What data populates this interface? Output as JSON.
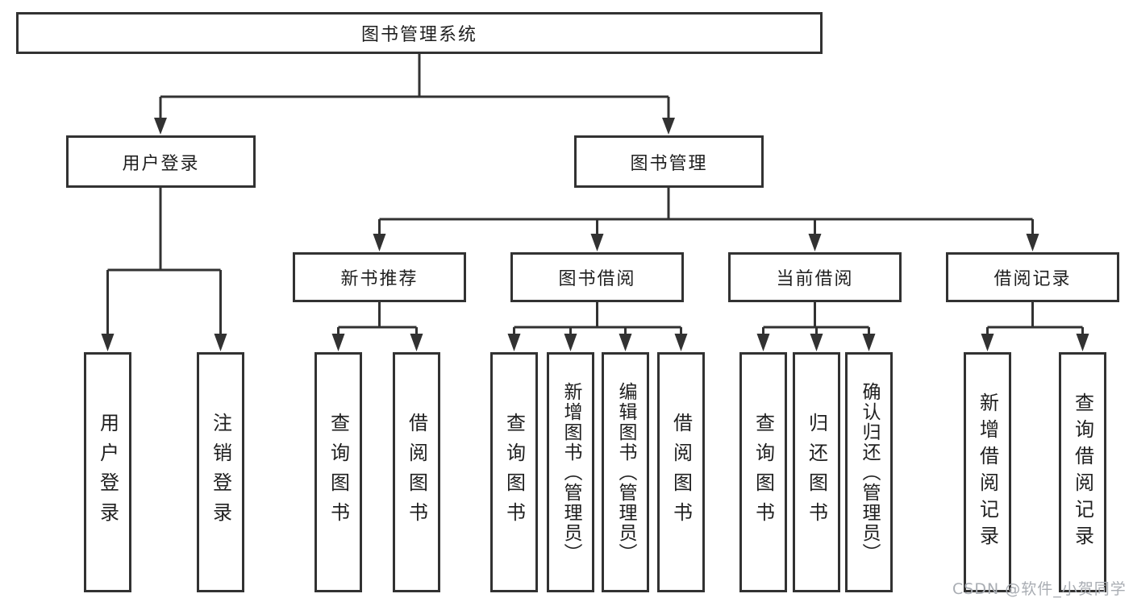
{
  "tree": {
    "label": "图书管理系统",
    "children": [
      {
        "label": "用户登录",
        "children": [
          {
            "label": "用户登录"
          },
          {
            "label": "注销登录"
          }
        ]
      },
      {
        "label": "图书管理",
        "children": [
          {
            "label": "新书推荐",
            "children": [
              {
                "label": "查询图书"
              },
              {
                "label": "借阅图书"
              }
            ]
          },
          {
            "label": "图书借阅",
            "children": [
              {
                "label": "查询图书"
              },
              {
                "label": "新增图书（管理员）"
              },
              {
                "label": "编辑图书（管理员）"
              },
              {
                "label": "借阅图书"
              }
            ]
          },
          {
            "label": "当前借阅",
            "children": [
              {
                "label": "查询图书"
              },
              {
                "label": "归还图书"
              },
              {
                "label": "确认归还（管理员）"
              }
            ]
          },
          {
            "label": "借阅记录",
            "children": [
              {
                "label": "新增借阅记录"
              },
              {
                "label": "查询借阅记录"
              }
            ]
          }
        ]
      }
    ]
  },
  "watermark": {
    "text": "CSDN @软件_小贺同学"
  },
  "colors": {
    "line": "#323232",
    "box_border": "#323232",
    "text": "#1f1f1f",
    "watermark": "#a9adb3",
    "background": "#ffffff"
  }
}
